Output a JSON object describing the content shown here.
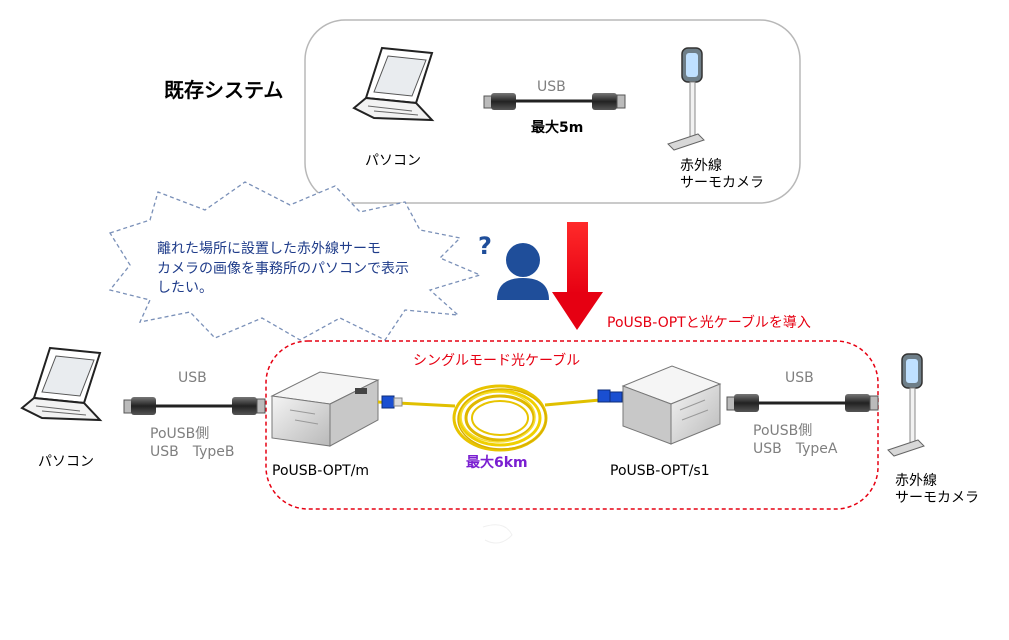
{
  "existing": {
    "title": "既存システム",
    "pc_label": "パソコン",
    "usb_label": "USB",
    "max_label": "最大5m",
    "camera_label_1": "赤外線",
    "camera_label_2": "サーモカメラ"
  },
  "thought": {
    "line1": "離れた場所に設置した赤外線サーモ",
    "line2": "カメラの画像を事務所のパソコンで表示",
    "line3": "したい。",
    "question_mark": "?"
  },
  "arrow_caption": "PoUSB-OPTと光ケーブルを導入",
  "new_system": {
    "pc_label": "パソコン",
    "usb_left_label": "USB",
    "side_left_1": "PoUSB側",
    "side_left_2": "USB　TypeB",
    "device_m_label": "PoUSB-OPT/m",
    "fiber_label": "シングルモード光ケーブル",
    "fiber_max_label": "最大6km",
    "device_s1_label": "PoUSB-OPT/s1",
    "usb_right_label": "USB",
    "side_right_1": "PoUSB側",
    "side_right_2": "USB　TypeA",
    "camera_label_1": "赤外線",
    "camera_label_2": "サーモカメラ"
  },
  "colors": {
    "red": "#e60012",
    "fiber_purple": "#7a1fd1",
    "thought_text": "#1f3c8a",
    "grey_text": "#7f7f7f",
    "person_blue": "#1f4e9a"
  }
}
